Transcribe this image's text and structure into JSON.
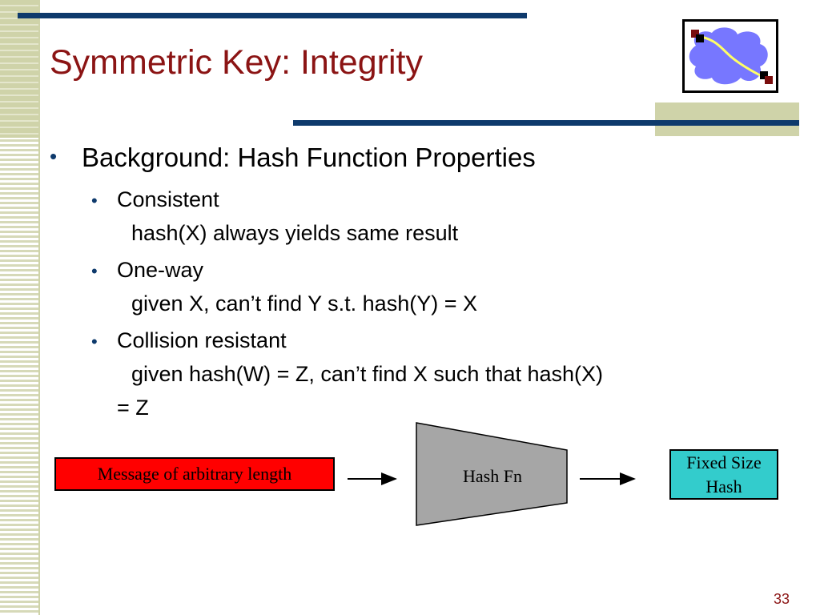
{
  "slide": {
    "title": "Symmetric Key: Integrity",
    "page_number": "33"
  },
  "content": {
    "main_bullet": "Background: Hash Function Properties",
    "sub_bullets": [
      {
        "heading": "Consistent",
        "detail": "hash(X) always yields same result"
      },
      {
        "heading": "One-way",
        "detail": "given X, can’t find Y s.t. hash(Y) = X"
      },
      {
        "heading": "Collision resistant",
        "detail": "given hash(W) = Z, can’t find X such that hash(X)",
        "detail_cont": "= Z"
      }
    ]
  },
  "diagram": {
    "input_label": "Message of arbitrary length",
    "function_label": "Hash Fn",
    "output_label_line1": "Fixed Size",
    "output_label_line2": "Hash"
  },
  "colors": {
    "title": "#8b1414",
    "accent_bar": "#0e3a6c",
    "stripe": "#cfd3a9",
    "input_box": "#ff0000",
    "function_shape": "#a6a6a6",
    "output_box": "#33cccc",
    "cloud": "#7777ff",
    "path": "#ffff66"
  },
  "icons": [
    "network-cloud-icon",
    "bullet-dot"
  ]
}
